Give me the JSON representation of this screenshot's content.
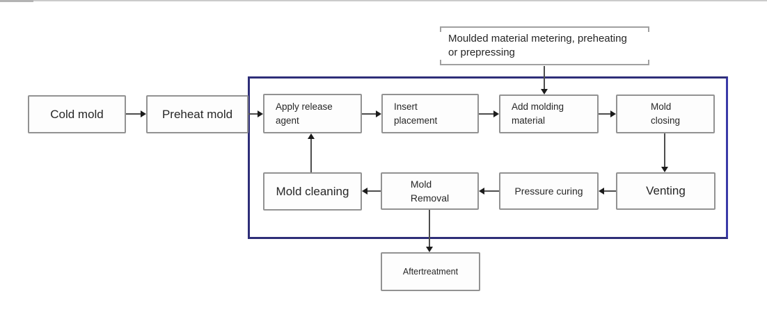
{
  "diagram": {
    "note": {
      "lines": [
        "Moulded material metering, preheating",
        "or prepressing"
      ]
    },
    "nodes": {
      "cold_mold": {
        "label": "Cold mold"
      },
      "preheat_mold": {
        "label": "Preheat mold"
      },
      "apply_release_agent": {
        "lines": [
          "Apply release",
          "agent"
        ]
      },
      "insert_placement": {
        "lines": [
          "Insert",
          "placement"
        ]
      },
      "add_molding_material": {
        "lines": [
          "Add molding",
          "material"
        ]
      },
      "mold_closing": {
        "lines": [
          "Mold",
          "closing"
        ]
      },
      "venting": {
        "label": "Venting"
      },
      "pressure_curing": {
        "label": "Pressure curing"
      },
      "mold_removal": {
        "lines": [
          "Mold",
          "Removal"
        ]
      },
      "mold_cleaning": {
        "label": "Mold cleaning"
      },
      "aftertreatment": {
        "label": "Aftertreatment"
      }
    },
    "colors": {
      "group_border": "#2e2e78",
      "box_border": "#929292",
      "arrow_line": "#4d4d4d",
      "arrow_head": "#1c1c1c",
      "text": "#262626"
    }
  }
}
